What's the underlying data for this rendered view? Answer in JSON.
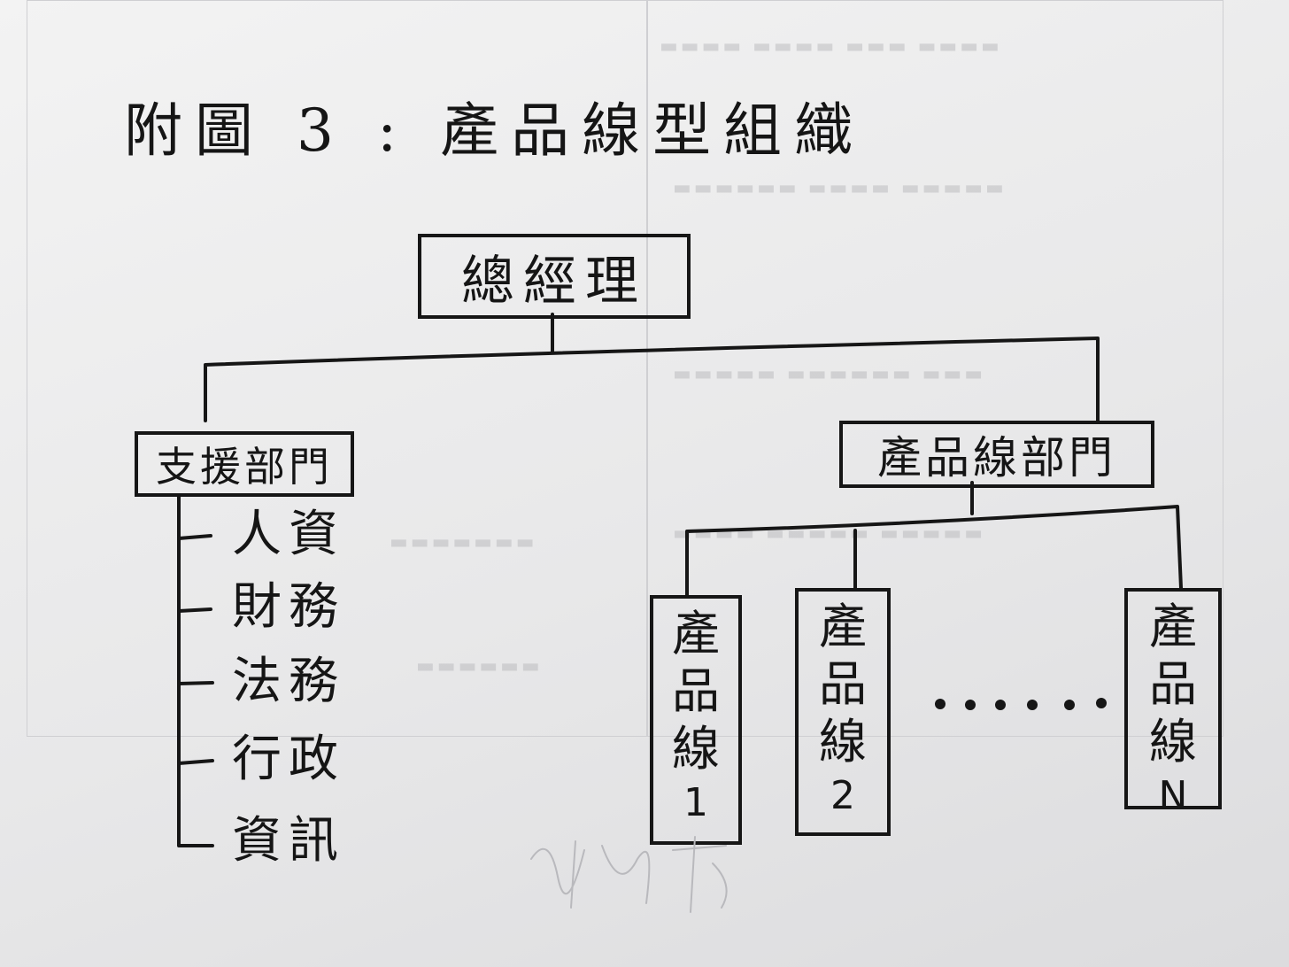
{
  "title": "附圖 3 : 產品線型組織",
  "ceo": "總經理",
  "support": {
    "label": "支援部門",
    "items": [
      "人資",
      "財務",
      "法務",
      "行政",
      "資訊"
    ]
  },
  "product": {
    "label": "產品線部門",
    "lines": [
      {
        "chars": [
          "產",
          "品",
          "線"
        ],
        "num": "1"
      },
      {
        "chars": [
          "產",
          "品",
          "線"
        ],
        "num": "2"
      },
      {
        "chars": [
          "產",
          "品",
          "線"
        ],
        "num": "N"
      }
    ],
    "ellipsis": "......"
  },
  "colors": {
    "ink": "#151515",
    "paper": "#ececed"
  }
}
